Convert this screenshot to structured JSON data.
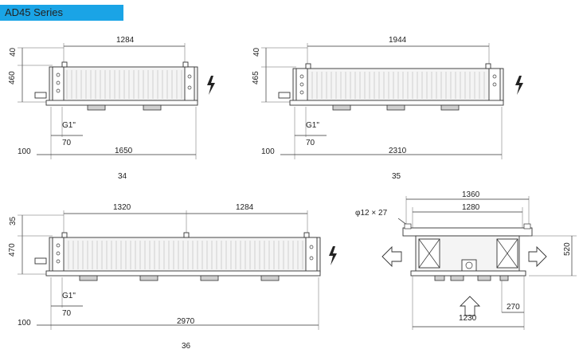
{
  "header": {
    "series_title": "AD45 Series"
  },
  "units": [
    {
      "caption": "34",
      "top_dims": [
        "1284"
      ],
      "height_dims": [
        "40",
        "460"
      ],
      "pipe_label": "G1\"",
      "bottom_dims": [
        "70",
        "100",
        "1650"
      ],
      "fan_count": 2
    },
    {
      "caption": "35",
      "top_dims": [
        "1944"
      ],
      "height_dims": [
        "40",
        "465"
      ],
      "pipe_label": "G1\"",
      "bottom_dims": [
        "70",
        "100",
        "2310"
      ],
      "fan_count": 3
    },
    {
      "caption": "36",
      "top_dims": [
        "1320",
        "1284"
      ],
      "height_dims": [
        "35",
        "470"
      ],
      "pipe_label": "G1\"",
      "bottom_dims": [
        "70",
        "100",
        "2970"
      ],
      "fan_count": 4
    }
  ],
  "side_view": {
    "hole_label": "φ12 × 27",
    "width_dims": [
      "1360",
      "1280"
    ],
    "height_dim": "520",
    "bottom_dims": [
      "270",
      "1230"
    ]
  }
}
